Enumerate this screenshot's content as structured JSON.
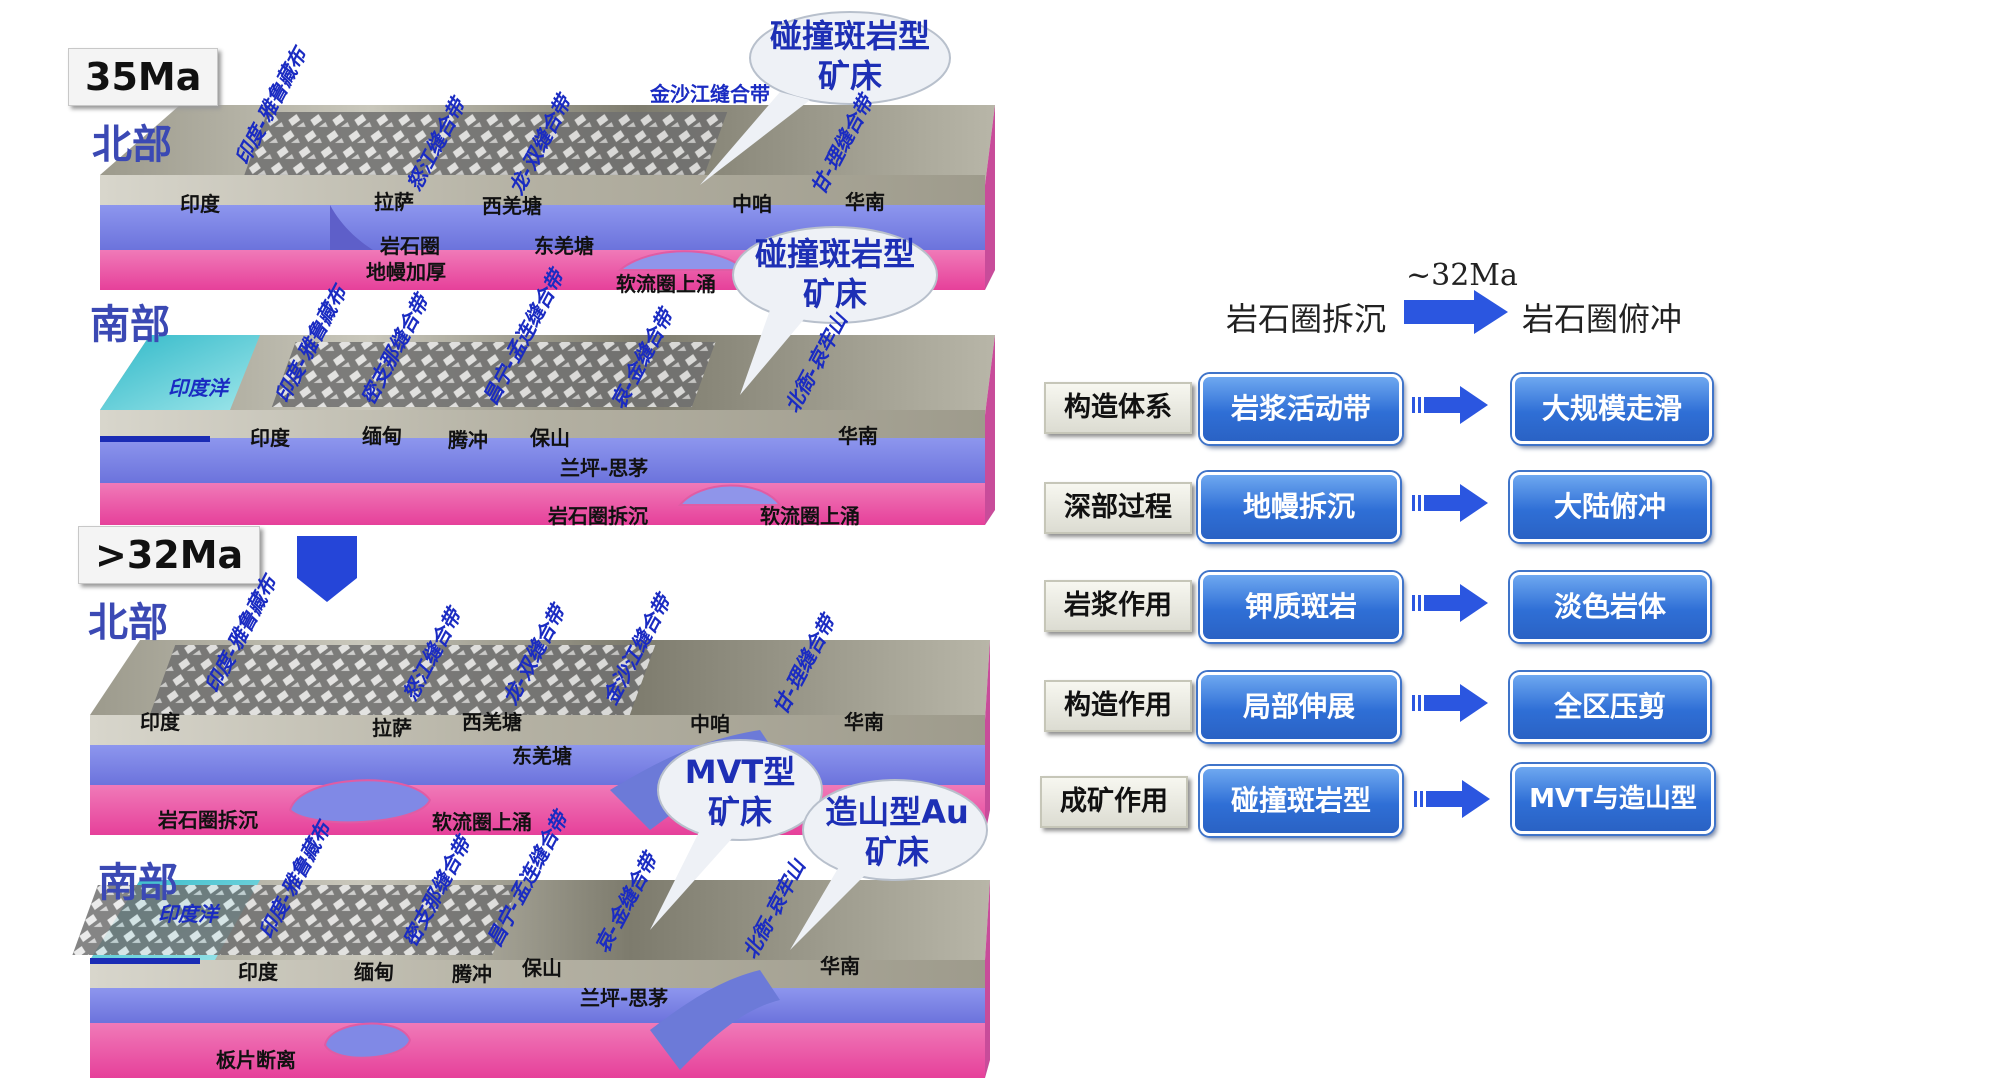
{
  "left_panel": {
    "era_35": "35Ma",
    "era_32": ">32Ma",
    "north": "北部",
    "south": "南部",
    "block1": {
      "places": [
        "印度",
        "拉萨",
        "西羌塘",
        "中咱",
        "华南",
        "东羌塘",
        "岩石圈",
        "地幔加厚",
        "软流圈上涌"
      ],
      "belts": [
        "印度-雅鲁藏布",
        "怒江缝合带",
        "龙-双缝合带",
        "甘-理缝合带"
      ],
      "top_belt": "金沙江缝合带",
      "bubble": "碰撞斑岩型矿床"
    },
    "block2": {
      "ocean": "印度洋",
      "places": [
        "印度",
        "缅甸",
        "腾冲",
        "保山",
        "华南",
        "兰坪-思茅",
        "岩石圈拆沉",
        "软流圈上涌"
      ],
      "belts": [
        "印度-雅鲁藏布",
        "密支那缝合带",
        "昌宁-孟连缝合带",
        "哀-金缝合带",
        "北衙-哀牢山"
      ],
      "bubble": "碰撞斑岩型矿床"
    },
    "block3": {
      "places": [
        "印度",
        "拉萨",
        "西羌塘",
        "中咱",
        "华南",
        "东羌塘",
        "岩石圈拆沉",
        "软流圈上涌"
      ],
      "belts": [
        "印度-雅鲁藏布",
        "怒江缝合带",
        "龙-双缝合带",
        "金沙江缝合带",
        "甘-理缝合带"
      ],
      "bubble_mvt": "MVT型矿床",
      "bubble_au": "造山型Au矿床"
    },
    "block4": {
      "ocean": "印度洋",
      "places": [
        "印度",
        "缅甸",
        "腾冲",
        "保山",
        "华南",
        "兰坪-思茅",
        "板片断离"
      ],
      "belts": [
        "印度-雅鲁藏布",
        "密支那缝合带",
        "昌宁-孟连缝合带",
        "哀-金缝合带",
        "北衙-哀牢山"
      ]
    }
  },
  "right_panel": {
    "time_label": "~32Ma",
    "from_label": "岩石圈拆沉",
    "to_label": "岩石圈俯冲",
    "rows": [
      {
        "label": "构造体系",
        "before": "岩浆活动带",
        "after": "大规模走滑"
      },
      {
        "label": "深部过程",
        "before": "地幔拆沉",
        "after": "大陆俯冲"
      },
      {
        "label": "岩浆作用",
        "before": "钾质斑岩",
        "after": "淡色岩体"
      },
      {
        "label": "构造作用",
        "before": "局部伸展",
        "after": "全区压剪"
      },
      {
        "label": "成矿作用",
        "before": "碰撞斑岩型",
        "after": "MVT与造山型"
      }
    ]
  },
  "colors": {
    "blue_box": "#2f6fd6",
    "arrow_blue": "#2b56e0",
    "region_text": "#3b49b4",
    "mantle_pink": "#e85aa8",
    "lithosphere_blue": "#7c86e8",
    "crust_gray": "#b9b5a6"
  }
}
